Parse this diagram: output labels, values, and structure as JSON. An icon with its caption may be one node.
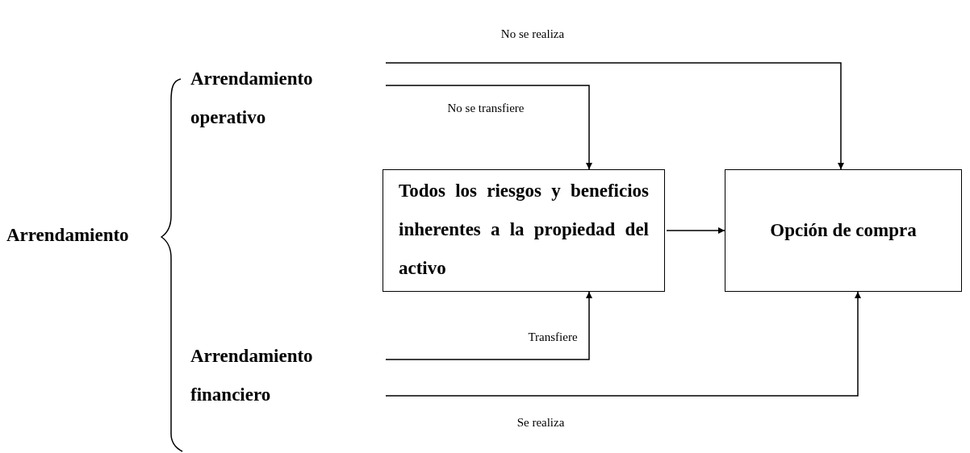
{
  "diagram": {
    "nodes": [
      {
        "text": [
          "Arrendamiento"
        ]
      },
      {
        "text": [
          "Arrendamiento operativo"
        ]
      },
      {
        "text": [
          "Arrendamiento financiero"
        ]
      },
      {
        "text": [
          "Todos los riesgos y beneficios inherentes a la propiedad del activo"
        ]
      },
      {
        "text": [
          "Opción de compra"
        ]
      }
    ],
    "edges": [
      {
        "from": 1,
        "to": 4,
        "label": "No se realiza",
        "arrow": "to"
      },
      {
        "from": 1,
        "to": 3,
        "label": "No se transfiere",
        "arrow": "to"
      },
      {
        "from": 2,
        "to": 3,
        "label": "Transfiere",
        "arrow": "to"
      },
      {
        "from": 2,
        "to": 4,
        "label": "Se realiza",
        "arrow": "to"
      },
      {
        "from": 3,
        "to": 4,
        "arrow": "to"
      }
    ]
  }
}
